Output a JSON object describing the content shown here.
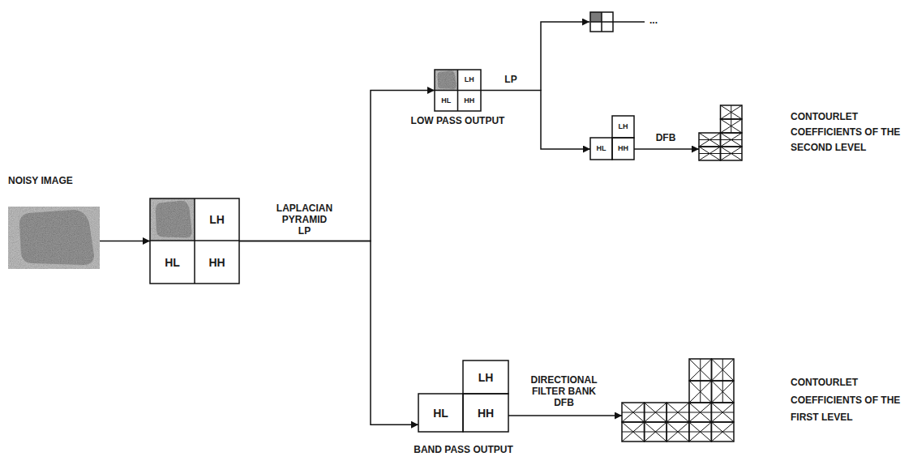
{
  "diagram": {
    "nodes": [
      {
        "text": [
          "NOISY IMAGE"
        ]
      },
      {
        "text": [
          "LH",
          "HL",
          "HH"
        ]
      },
      {
        "text": [
          "LH",
          "HL",
          "HH",
          "LOW PASS OUTPUT"
        ]
      },
      {
        "text": [
          "LH",
          "HL",
          "HH"
        ]
      },
      {
        "text": [
          "CONTOURLET COEFFICIENTS OF THE SECOND LEVEL"
        ]
      },
      {
        "text": [
          "LH",
          "HL",
          "HH",
          "BAND PASS OUTPUT"
        ]
      },
      {
        "text": [
          "CONTOURLET COEFFICIENTS OF THE FIRST LEVEL"
        ]
      }
    ],
    "edges": [
      {
        "from": 0,
        "to": 1,
        "arrow": "to"
      },
      {
        "from": 1,
        "to": 2,
        "label": "LAPLACIAN PYRAMID LP",
        "arrow": "to"
      },
      {
        "from": 1,
        "to": 5,
        "arrow": "to"
      },
      {
        "from": 2,
        "to": 3,
        "label": "LP",
        "arrow": "to"
      },
      {
        "from": 3,
        "to": 4,
        "label": "DFB",
        "arrow": "to"
      },
      {
        "from": 5,
        "to": 6,
        "label": "DIRECTIONAL FILTER BANK DFB",
        "arrow": "to"
      }
    ],
    "labels": [
      "..."
    ]
  }
}
